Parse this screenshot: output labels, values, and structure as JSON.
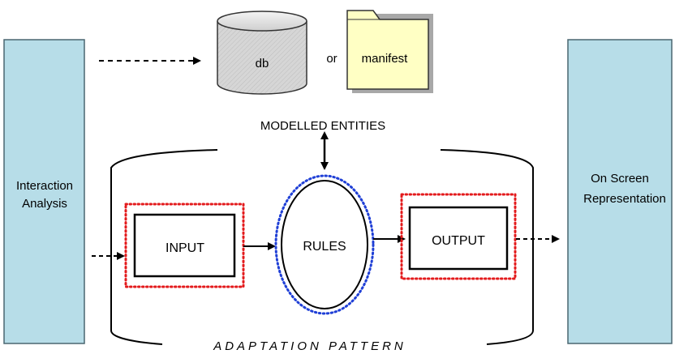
{
  "left_panel": {
    "line1": "Interaction",
    "line2": "Analysis"
  },
  "right_panel": {
    "line1": "On Screen",
    "line2": "Representation"
  },
  "top": {
    "db_label": "db",
    "or_label": "or",
    "manifest_label": "manifest",
    "entities_label": "MODELLED ENTITIES"
  },
  "pattern": {
    "input_label": "INPUT",
    "rules_label": "RULES",
    "output_label": "OUTPUT",
    "caption": "ADAPTATION PATTERN"
  },
  "colors": {
    "panel_fill": "#b7dde8",
    "panel_stroke": "#4a6670",
    "folder_fill": "#ffffc4",
    "db_fill": "#d0d0d0",
    "red_dots": "#e31a1c",
    "blue_dots": "#1f3fd6"
  }
}
